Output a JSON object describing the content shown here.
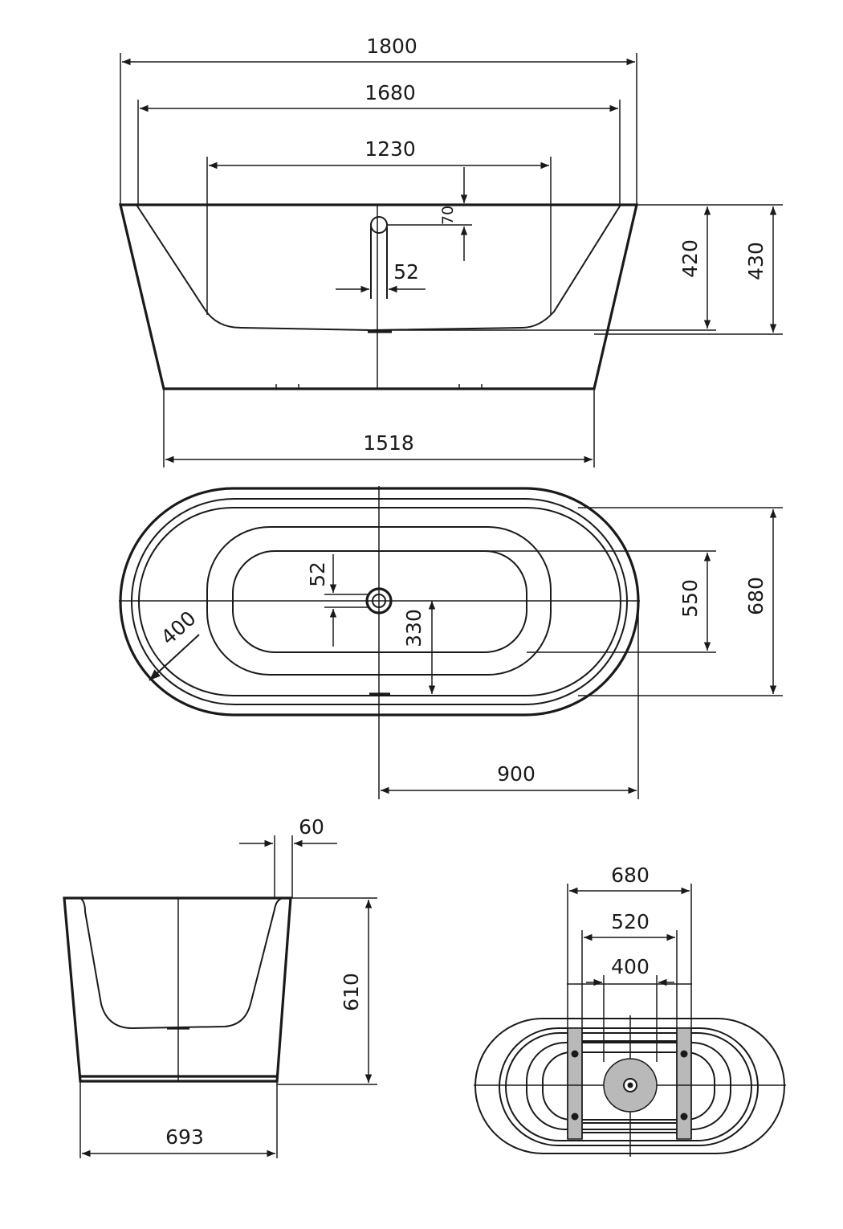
{
  "views": {
    "front_elevation": {
      "overall_length": "1800",
      "rim_inner_length": "1680",
      "interior_length": "1230",
      "overflow_height": "70",
      "waste_offset": "52",
      "interior_depth": "420",
      "overall_height": "430",
      "base_length": "1518"
    },
    "plan_view": {
      "waste_offset": "52",
      "corner_radius": "400",
      "waste_to_edge": "330",
      "interior_width": "550",
      "overall_width": "680",
      "half_length": "900"
    },
    "side_elevation": {
      "rim_thickness": "60",
      "overall_height": "610",
      "base_width": "693"
    },
    "base_view": {
      "outer_width": "680",
      "frame_width": "520",
      "support_width": "400"
    }
  },
  "colors": {
    "line": "#1a1a1a",
    "support_fill": "#b9b9b9",
    "background": "#ffffff"
  }
}
